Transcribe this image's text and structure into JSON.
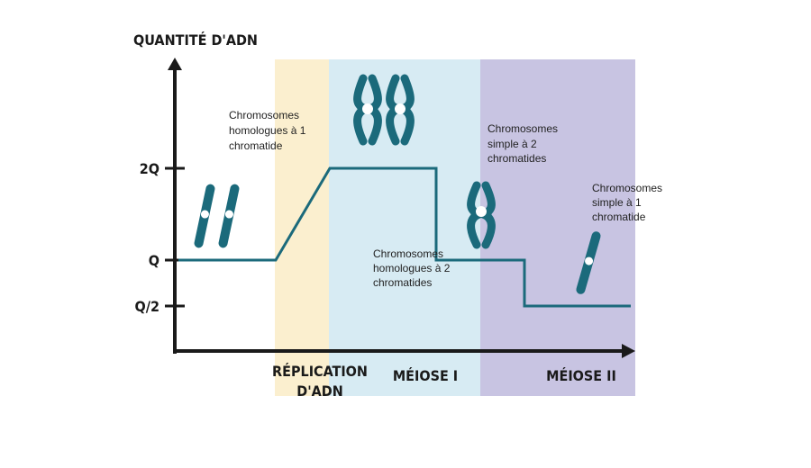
{
  "y_axis": {
    "title": "QUANTITÉ D'ADN",
    "ticks": [
      {
        "label": "2Q",
        "value": 2
      },
      {
        "label": "Q",
        "value": 1
      },
      {
        "label": "Q/2",
        "value": 0.5
      }
    ]
  },
  "phases": [
    {
      "id": "replication",
      "label_line1": "RÉPLICATION",
      "label_line2": "D'ADN",
      "color": "#fbefcf"
    },
    {
      "id": "meiose1",
      "label": "MÉIOSE I",
      "color": "#d7ebf3"
    },
    {
      "id": "meiose2",
      "label": "MÉIOSE II",
      "color": "#c8c4e2"
    }
  ],
  "annotations": {
    "a1": [
      "Chromosomes",
      "homologues à 1",
      "chromatide"
    ],
    "a2": [
      "Chromosomes",
      "homologues à 2",
      "chromatides"
    ],
    "a3": [
      "Chromosomes",
      "simple à 2",
      "chromatides"
    ],
    "a4": [
      "Chromosomes",
      "simple à 1",
      "chromatide"
    ]
  },
  "colors": {
    "curve": "#1b6a7b",
    "chromosome": "#1b6a7b",
    "axis": "#1a1a1a"
  }
}
